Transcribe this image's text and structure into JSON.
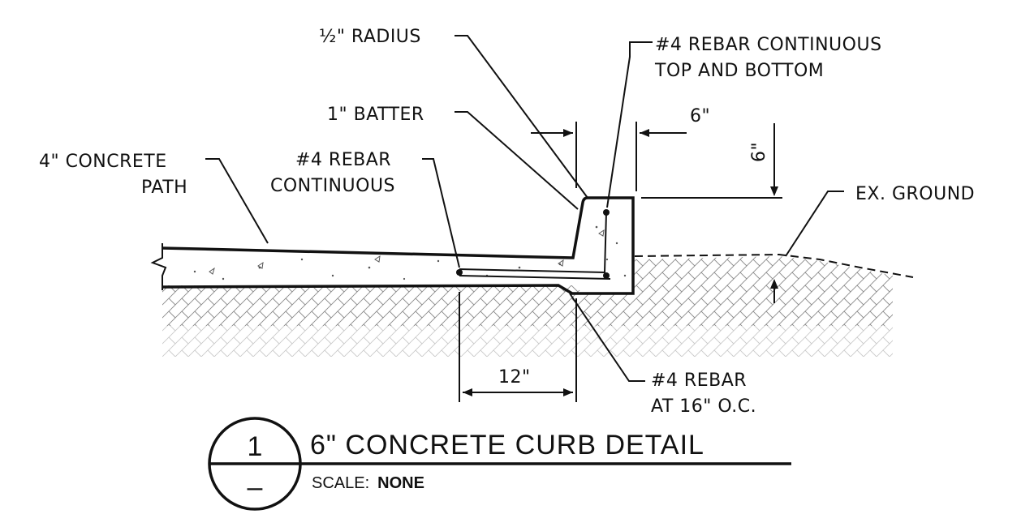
{
  "labels": {
    "radius": "½\" RADIUS",
    "rebar_top_bottom_1": "#4 REBAR CONTINUOUS",
    "rebar_top_bottom_2": "TOP AND BOTTOM",
    "batter": "1\" BATTER",
    "dim_6_horizontal": "6\"",
    "dim_6_vertical": "6\"",
    "concrete_path_1": "4\" CONCRETE",
    "concrete_path_2": "PATH",
    "rebar_cont_1": "#4 REBAR",
    "rebar_cont_2": "CONTINUOUS",
    "ex_ground": "EX. GROUND",
    "dim_12": "12\"",
    "rebar_oc_1": "#4 REBAR",
    "rebar_oc_2": "AT 16\" O.C."
  },
  "title_block": {
    "detail_number": "1",
    "sheet_ref": "–",
    "title": "6\" CONCRETE CURB DETAIL",
    "scale_label": "SCALE:",
    "scale_value": "NONE"
  },
  "colors": {
    "line": "#111111",
    "hatch": "#8a8a8a",
    "background": "#ffffff"
  }
}
